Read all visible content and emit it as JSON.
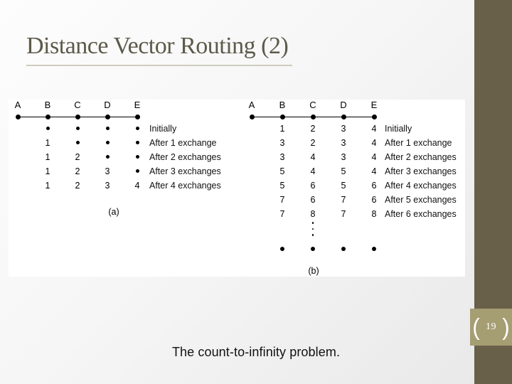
{
  "slide": {
    "title": "Distance Vector Routing (2)",
    "caption": "The count-to-infinity problem.",
    "page_number": "19",
    "badge": {
      "open_paren": "(",
      "close_paren": ")"
    }
  },
  "figure": {
    "panel_a": {
      "nodes": [
        "A",
        "B",
        "C",
        "D",
        "E"
      ],
      "rows": [
        {
          "values": [
            "•",
            "•",
            "•",
            "•"
          ],
          "label": "Initially"
        },
        {
          "values": [
            "1",
            "•",
            "•",
            "•"
          ],
          "label": "After 1 exchange"
        },
        {
          "values": [
            "1",
            "2",
            "•",
            "•"
          ],
          "label": "After 2 exchanges"
        },
        {
          "values": [
            "1",
            "2",
            "3",
            "•"
          ],
          "label": "After 3 exchanges"
        },
        {
          "values": [
            "1",
            "2",
            "3",
            "4"
          ],
          "label": "After 4 exchanges"
        }
      ],
      "caption": "(a)"
    },
    "panel_b": {
      "nodes": [
        "A",
        "B",
        "C",
        "D",
        "E"
      ],
      "rows": [
        {
          "values": [
            "1",
            "2",
            "3",
            "4"
          ],
          "label": "Initially"
        },
        {
          "values": [
            "3",
            "2",
            "3",
            "4"
          ],
          "label": "After 1 exchange"
        },
        {
          "values": [
            "3",
            "4",
            "3",
            "4"
          ],
          "label": "After 2 exchanges"
        },
        {
          "values": [
            "5",
            "4",
            "5",
            "4"
          ],
          "label": "After 3 exchanges"
        },
        {
          "values": [
            "5",
            "6",
            "5",
            "6"
          ],
          "label": "After 4 exchanges"
        },
        {
          "values": [
            "7",
            "6",
            "7",
            "6"
          ],
          "label": "After 5 exchanges"
        },
        {
          "values": [
            "7",
            "8",
            "7",
            "8"
          ],
          "label": "After 6 exchanges"
        }
      ],
      "ellipsis": "⋮",
      "final_row": [
        "•",
        "•",
        "•",
        "•"
      ],
      "caption": "(b)"
    }
  },
  "colors": {
    "sidebar": "#696049",
    "page_badge": "#a69e73",
    "title_text": "#5d5a4b",
    "title_underline": "#cfccc0",
    "figure_background": "#ffffff",
    "diagram_ink": "#000000"
  }
}
